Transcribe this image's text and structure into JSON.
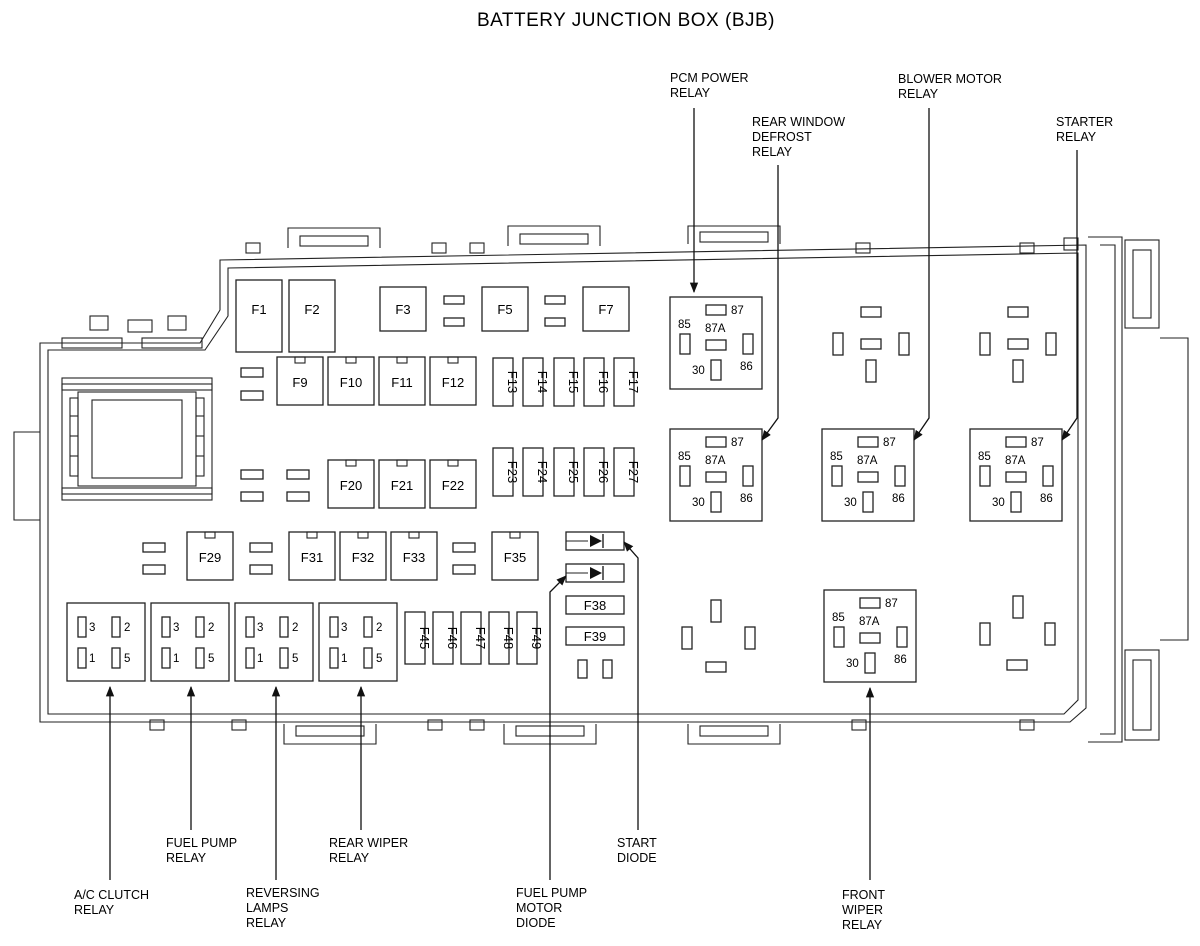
{
  "title": "BATTERY JUNCTION BOX (BJB)",
  "callouts": {
    "pcm_power_relay": [
      "PCM POWER",
      "RELAY"
    ],
    "rear_window_defrost_relay": [
      "REAR WINDOW",
      "DEFROST",
      "RELAY"
    ],
    "blower_motor_relay": [
      "BLOWER MOTOR",
      "RELAY"
    ],
    "starter_relay": [
      "STARTER",
      "RELAY"
    ],
    "ac_clutch_relay": [
      "A/C CLUTCH",
      "RELAY"
    ],
    "fuel_pump_relay": [
      "FUEL PUMP",
      "RELAY"
    ],
    "reversing_lamps_relay": [
      "REVERSING",
      "LAMPS",
      "RELAY"
    ],
    "rear_wiper_relay": [
      "REAR WIPER",
      "RELAY"
    ],
    "fuel_pump_motor_diode": [
      "FUEL PUMP",
      "MOTOR",
      "DIODE"
    ],
    "start_diode": [
      "START",
      "DIODE"
    ],
    "front_wiper_relay": [
      "FRONT",
      "WIPER",
      "RELAY"
    ]
  },
  "fuses": {
    "F1": "F1",
    "F2": "F2",
    "F3": "F3",
    "F5": "F5",
    "F7": "F7",
    "F9": "F9",
    "F10": "F10",
    "F11": "F11",
    "F12": "F12",
    "F13": "F13",
    "F14": "F14",
    "F15": "F15",
    "F16": "F16",
    "F17": "F17",
    "F20": "F20",
    "F21": "F21",
    "F22": "F22",
    "F23": "F23",
    "F24": "F24",
    "F25": "F25",
    "F26": "F26",
    "F27": "F27",
    "F29": "F29",
    "F31": "F31",
    "F32": "F32",
    "F33": "F33",
    "F35": "F35",
    "F38": "F38",
    "F39": "F39",
    "F45": "F45",
    "F46": "F46",
    "F47": "F47",
    "F48": "F48",
    "F49": "F49"
  },
  "relay_pins": {
    "p87": "87",
    "p87a": "87A",
    "p85": "85",
    "p86": "86",
    "p30": "30"
  },
  "mini_relay_pins": {
    "p1": "1",
    "p2": "2",
    "p3": "3",
    "p5": "5"
  }
}
